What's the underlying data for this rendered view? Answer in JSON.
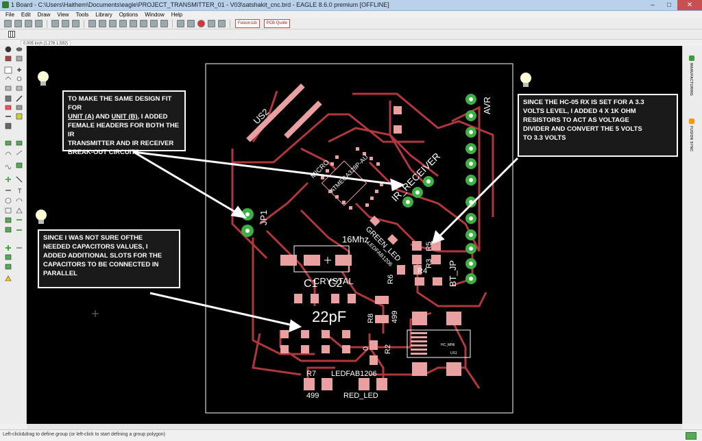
{
  "window": {
    "title": "1 Board - C:\\Users\\Haithem\\Documents\\eagle\\PROJECT_TRANSMITTER_01 - V03\\satshakit_cnc.brd - EAGLE 8.6.0 premium [OFFLINE]",
    "min": "–",
    "max": "□",
    "close": "✕"
  },
  "menu": [
    "File",
    "Edit",
    "Draw",
    "View",
    "Tools",
    "Library",
    "Options",
    "Window",
    "Help"
  ],
  "toolbar": {
    "fusion_btn": "Fusion Lib",
    "pcb_btn": "PCB Quote"
  },
  "coordinates": "0.005 inch (1.276 1.592)",
  "status": "Left-click&drag to define group (or left-click to start defining a group polygon)",
  "right_panel": {
    "manufacturing": "MANUFACTURING",
    "fusion_sync": "FUSION SYNC"
  },
  "notes": {
    "headers": {
      "line1": "TO MAKE THE SAME DESIGN FIT FOR",
      "unit_a": "UNIT (A)",
      "and": " AND ",
      "unit_b": "UNIT (B)",
      "line2_rest": ", I ADDED",
      "line3": "FEMALE HEADERS FOR BOTH THE IR",
      "line4": "TRANSMITTER AND IR RECEIVER",
      "line5": "BREAK-OUT CIRCUITS"
    },
    "resistors": {
      "line1": "SINCE THE HC-05 RX IS SET FOR A 3.3",
      "line2": "VOLTS LEVEL, I ADDED 4 X 1K OHM",
      "line3": "RESISTORS TO ACT AS VOLTAGE",
      "line4": "DIVIDER AND CONVERT THE 5 VOLTS",
      "line5": "TO 3.3 VOLTS"
    },
    "capacitors": {
      "line1": "SINCE I WAS NOT SURE OFTHE",
      "line2": "NEEDED CAPACITORS VALUES, I",
      "line3": "ADDED ADDITIONAL SLOTS FOR THE",
      "line4": "CAPACITORS TO BE CONNECTED IN",
      "line5": "PARALLEL"
    }
  },
  "pcb_labels": {
    "us2": "US2",
    "avr": "AVR",
    "jp1": "JP1",
    "ir_receiver": "IR_RECEIVER",
    "micro": "MICRO",
    "atmega": "ATMEGA328P-AU",
    "green_led": "GREEN_LED",
    "sixteen_mhz": "16Mhz",
    "ledfab_top": "LEDFAB1206",
    "r3": "R3",
    "r5": "R5",
    "bt_jp": "BT_JP",
    "r4": "R4",
    "r6": "R6",
    "crystal": "CRYSTAL",
    "c2": "C2",
    "c1": "C1",
    "twentytwo": "22pF",
    "r8": "R8",
    "val499a": "499",
    "zero": "0",
    "r2": "R2",
    "r7": "R7",
    "ledfab_bottom": "LEDFAB1206",
    "val499b": "499",
    "red_led": "RED_LED",
    "us1": "US1",
    "hcmini": "HC_MINI"
  },
  "colors": {
    "pad": "#e8a0a0",
    "trace": "#b0383d",
    "via": "#3cb043",
    "board": "#000000",
    "outline": "#ffffff"
  }
}
